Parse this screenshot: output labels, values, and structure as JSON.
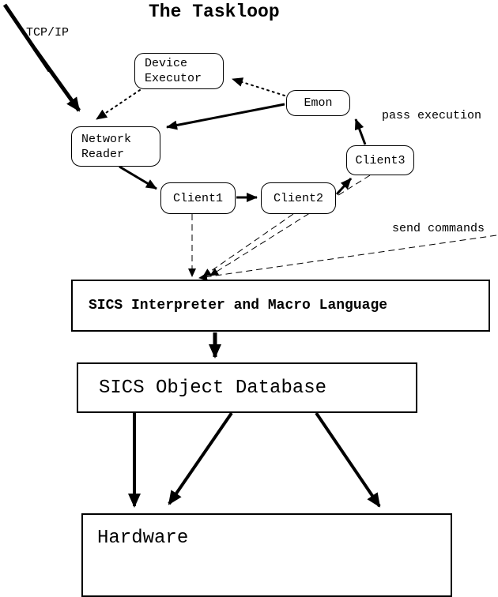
{
  "title": "The Taskloop",
  "annotations": {
    "tcp_ip": "TCP/IP",
    "pass_execution": "pass execution",
    "send_commands": "send commands"
  },
  "nodes": {
    "device_executor": {
      "line1": "Device",
      "line2": "Executor"
    },
    "emon": {
      "label": "Emon"
    },
    "network_reader": {
      "line1": "Network",
      "line2": "Reader"
    },
    "client1": {
      "label": "Client1"
    },
    "client2": {
      "label": "Client2"
    },
    "client3": {
      "label": "Client3"
    }
  },
  "boxes": {
    "interpreter": {
      "label": "SICS Interpreter and Macro Language"
    },
    "database": {
      "label": "SICS Object Database"
    },
    "hardware": {
      "label": "Hardware"
    }
  },
  "colors": {
    "ink": "#000000",
    "background": "#ffffff"
  }
}
